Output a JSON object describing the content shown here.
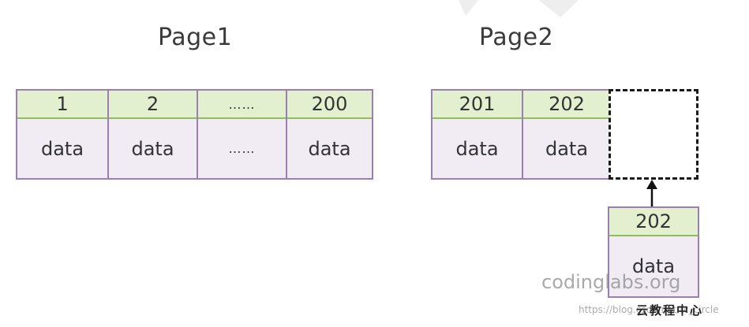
{
  "page1": {
    "title": "Page1",
    "columns": [
      {
        "key": "1",
        "value": "data"
      },
      {
        "key": "2",
        "value": "data"
      },
      {
        "key": "……",
        "value": "……"
      },
      {
        "key": "200",
        "value": "data"
      }
    ]
  },
  "page2": {
    "title": "Page2",
    "columns": [
      {
        "key": "201",
        "value": "data"
      },
      {
        "key": "202",
        "value": "data"
      }
    ]
  },
  "new_record": {
    "key": "202",
    "value": "data"
  },
  "watermark": {
    "site": "codinglabs.org",
    "blog": "https://blog.csdn.net/tc_circle",
    "brand": "云教程中心"
  },
  "colors": {
    "key_fill": "#e3f0cf",
    "key_border": "#8fbf5a",
    "value_fill": "#f1ecf4",
    "table_border": "#9a7fb0"
  },
  "icons": {
    "insert_arrow": "arrow-up-icon"
  }
}
